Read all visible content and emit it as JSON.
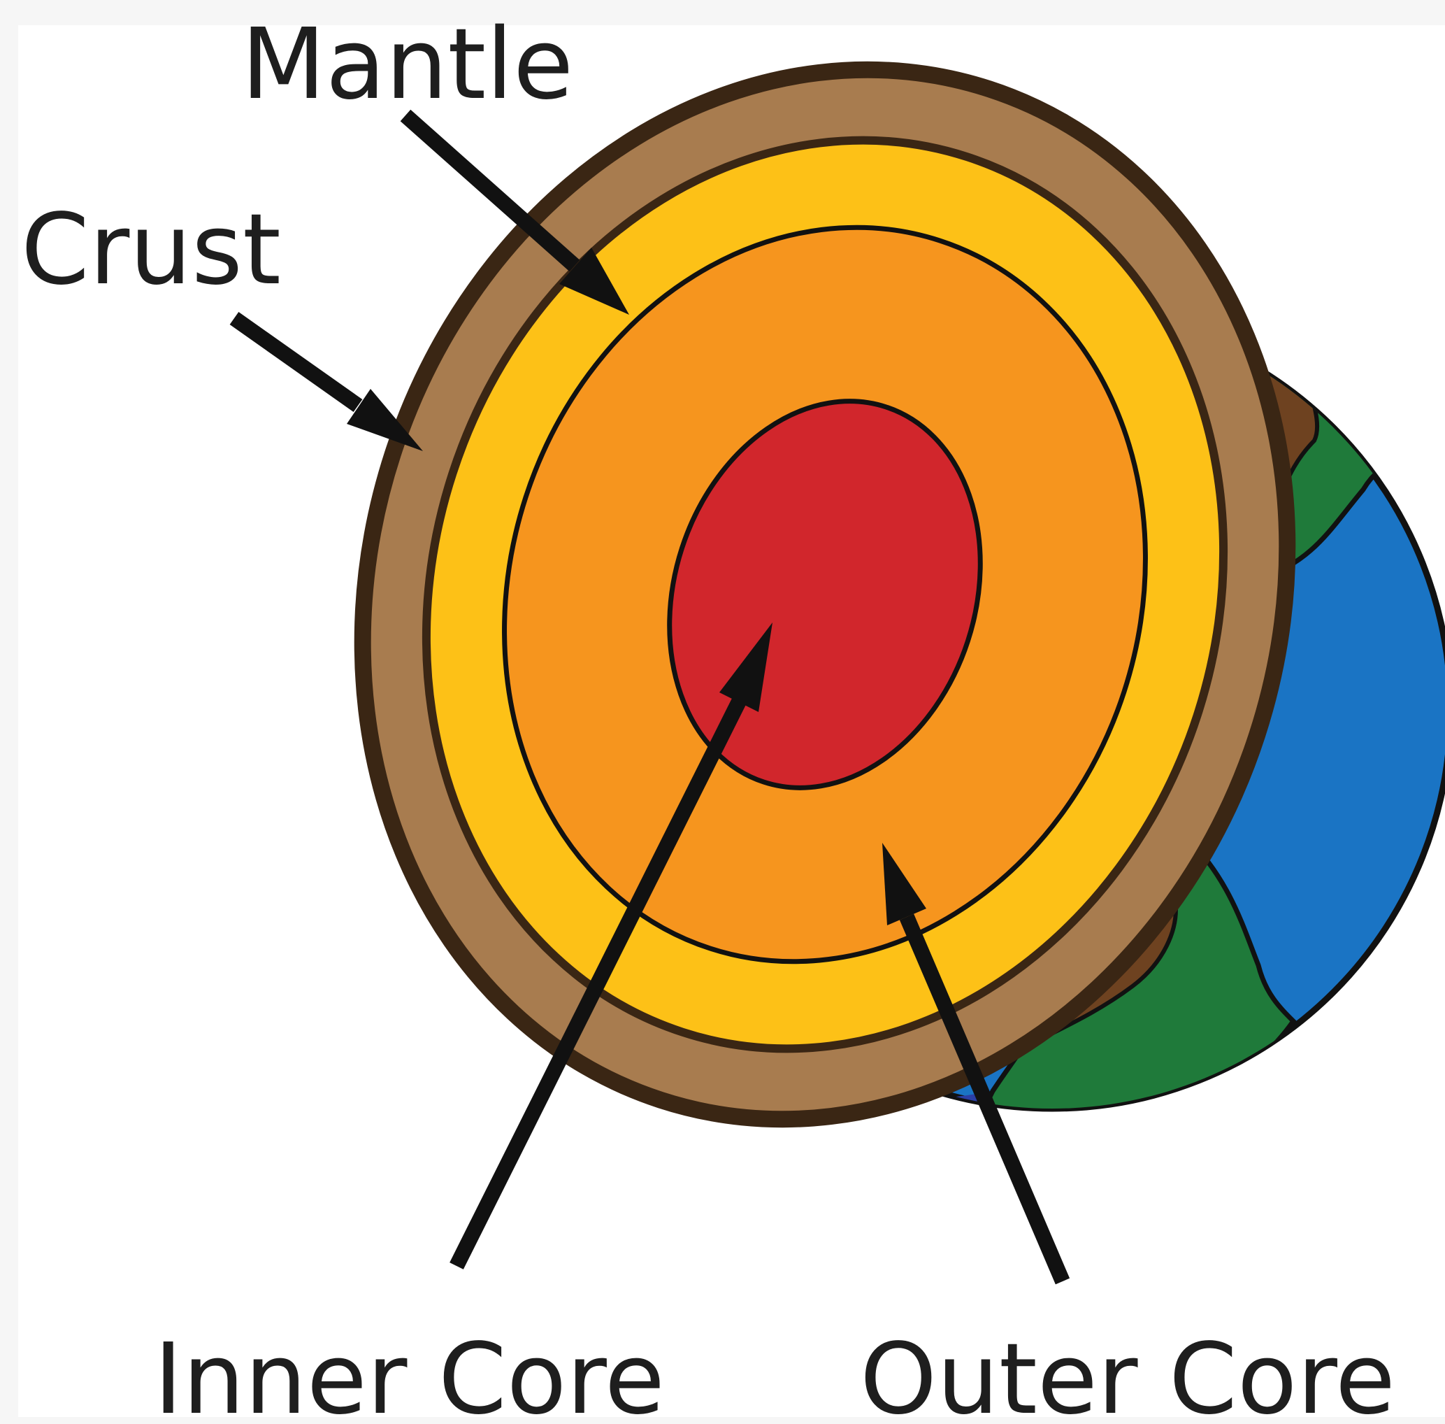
{
  "labels": {
    "mantle": "Mantle",
    "crust": "Crust",
    "inner_core": "Inner Core",
    "outer_core": "Outer Core"
  },
  "colors": {
    "ocean_blue": "#1a74c4",
    "deep_blue": "#2b3fa6",
    "land_green": "#1f7a3a",
    "rock_brown": "#6e4220",
    "crust_tan": "#a87c4f",
    "outline": "#3a2614",
    "mantle_yellow": "#fdc117",
    "outer_core_orange": "#f6951e",
    "inner_core_red": "#d1262c",
    "arrow_black": "#111111",
    "text": "#1e1e1e"
  }
}
